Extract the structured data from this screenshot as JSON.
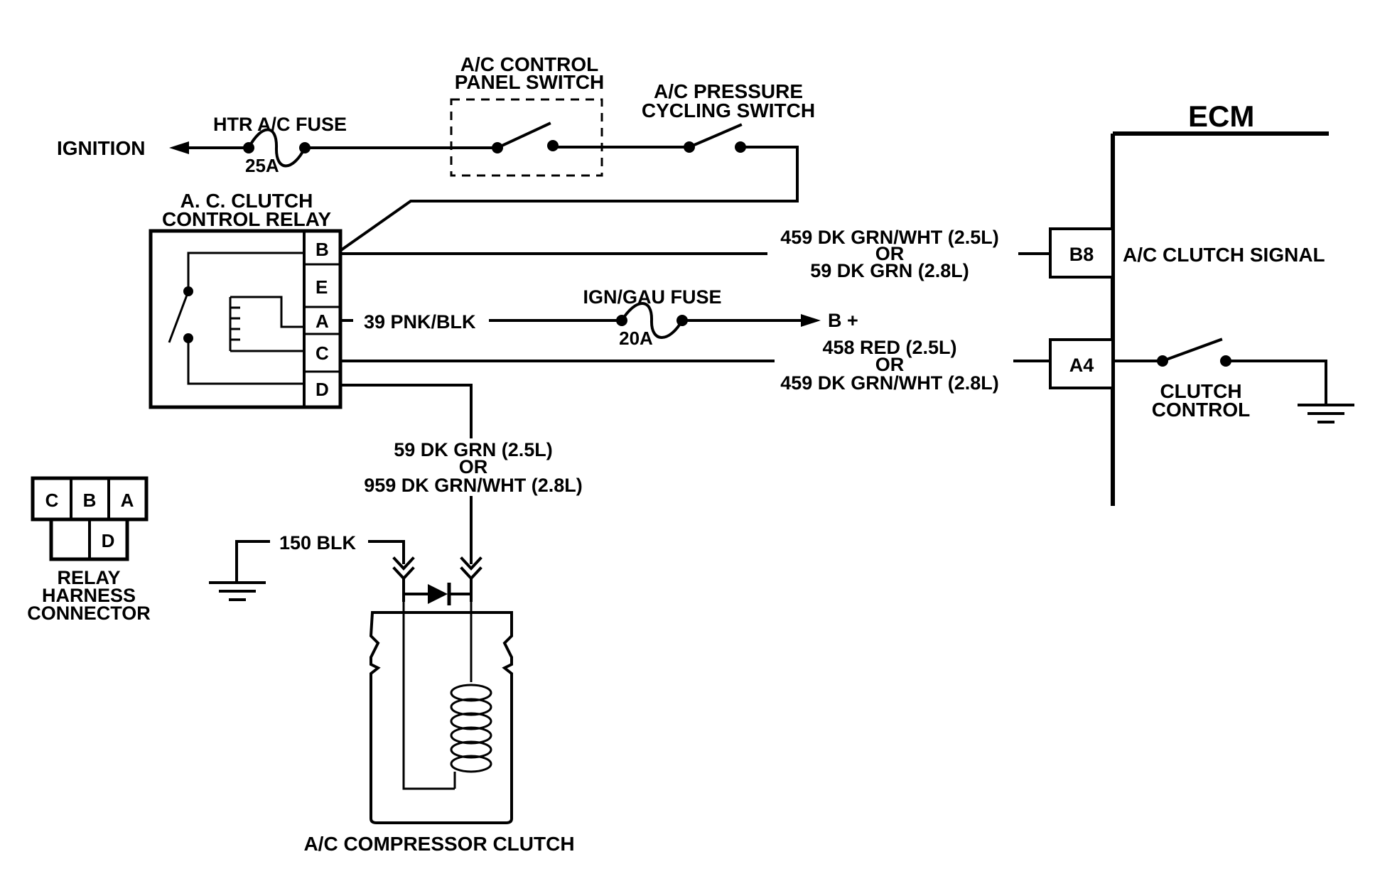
{
  "labels": {
    "ignition": "IGNITION",
    "htr_fuse_name": "HTR A/C FUSE",
    "htr_fuse_rating": "25A",
    "panel_switch_line1": "A/C CONTROL",
    "panel_switch_line2": "PANEL SWITCH",
    "pressure_switch_line1": "A/C PRESSURE",
    "pressure_switch_line2": "CYCLING SWITCH",
    "ecm": "ECM",
    "relay_line1": "A. C. CLUTCH",
    "relay_line2": "CONTROL RELAY",
    "terminal_b": "B",
    "terminal_e": "E",
    "terminal_a": "A",
    "terminal_c": "C",
    "terminal_d": "D",
    "wire_b_line1": "459 DK GRN/WHT (2.5L)",
    "wire_b_or": "OR",
    "wire_b_line2": "59 DK GRN (2.8L)",
    "ecm_b8": "B8",
    "ac_clutch_signal": "A/C CLUTCH SIGNAL",
    "wire_a": "39 PNK/BLK",
    "ign_gau_fuse": "IGN/GAU FUSE",
    "ign_gau_rating": "20A",
    "b_plus": "B +",
    "wire_c_line1": "458 RED (2.5L)",
    "wire_c_or": "OR",
    "wire_c_line2": "459 DK GRN/WHT (2.8L)",
    "ecm_a4": "A4",
    "clutch_control_line1": "CLUTCH",
    "clutch_control_line2": "CONTROL",
    "wire_d_line1": "59 DK GRN (2.5L)",
    "wire_d_or": "OR",
    "wire_d_line2": "959 DK GRN/WHT (2.8L)",
    "ground_wire": "150 BLK",
    "harness_c": "C",
    "harness_b": "B",
    "harness_a": "A",
    "harness_d": "D",
    "harness_line1": "RELAY",
    "harness_line2": "HARNESS",
    "harness_line3": "CONNECTOR",
    "compressor_clutch": "A/C COMPRESSOR CLUTCH"
  }
}
